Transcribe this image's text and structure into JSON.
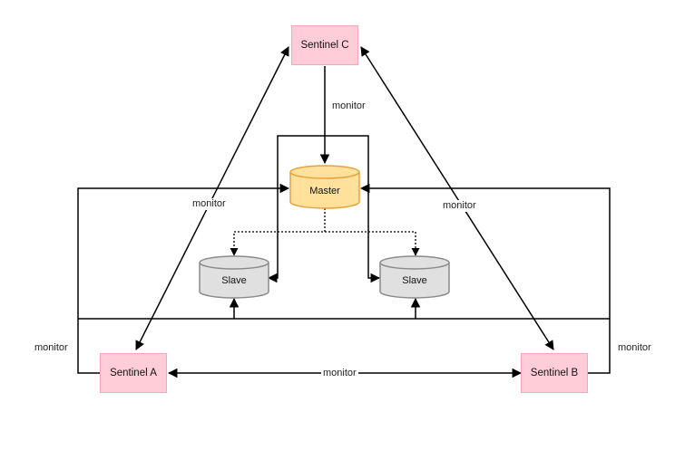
{
  "nodes": {
    "sentinel_c": "Sentinel C",
    "sentinel_a": "Sentinel A",
    "sentinel_b": "Sentinel B",
    "master": "Master",
    "slave_left": "Slave",
    "slave_right": "Slave"
  },
  "edges": {
    "c_to_master": "monitor",
    "a_to_c": "monitor",
    "b_to_c": "monitor",
    "a_to_b": "monitor",
    "a_side": "monitor",
    "b_side": "monitor"
  },
  "colors": {
    "sentinel_fill": "#ffcdd8",
    "sentinel_border": "#f2a8b6",
    "master_fill": "#ffe19b",
    "master_border": "#e8a23a",
    "slave_fill": "#e0e0e0",
    "slave_border": "#8a8a8a"
  }
}
